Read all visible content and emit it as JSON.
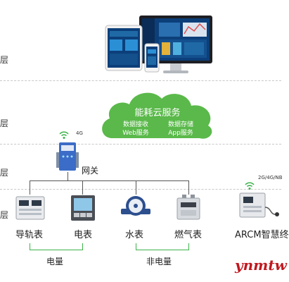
{
  "layers": [
    "层",
    "层",
    "层",
    "层"
  ],
  "cloud": {
    "title": "能耗云服务",
    "col1_line1": "数据接收",
    "col1_line2": "Web服务",
    "col2_line1": "数据存储",
    "col2_line2": "App服务",
    "color": "#5ab94a"
  },
  "gateway": {
    "signal": "4G",
    "label": "网关"
  },
  "devices": {
    "rail_meter": "导轨表",
    "meter": "电表",
    "water_meter": "水表",
    "gas_meter": "燃气表",
    "arcm_signal": "2G/4G/NB",
    "arcm": "ARCM智慧终"
  },
  "groups": {
    "electric": "电量",
    "non_electric": "非电量"
  },
  "watermark": "ynmtw",
  "colors": {
    "green": "#3cb24a",
    "device_blue": "#3b6cc7"
  }
}
